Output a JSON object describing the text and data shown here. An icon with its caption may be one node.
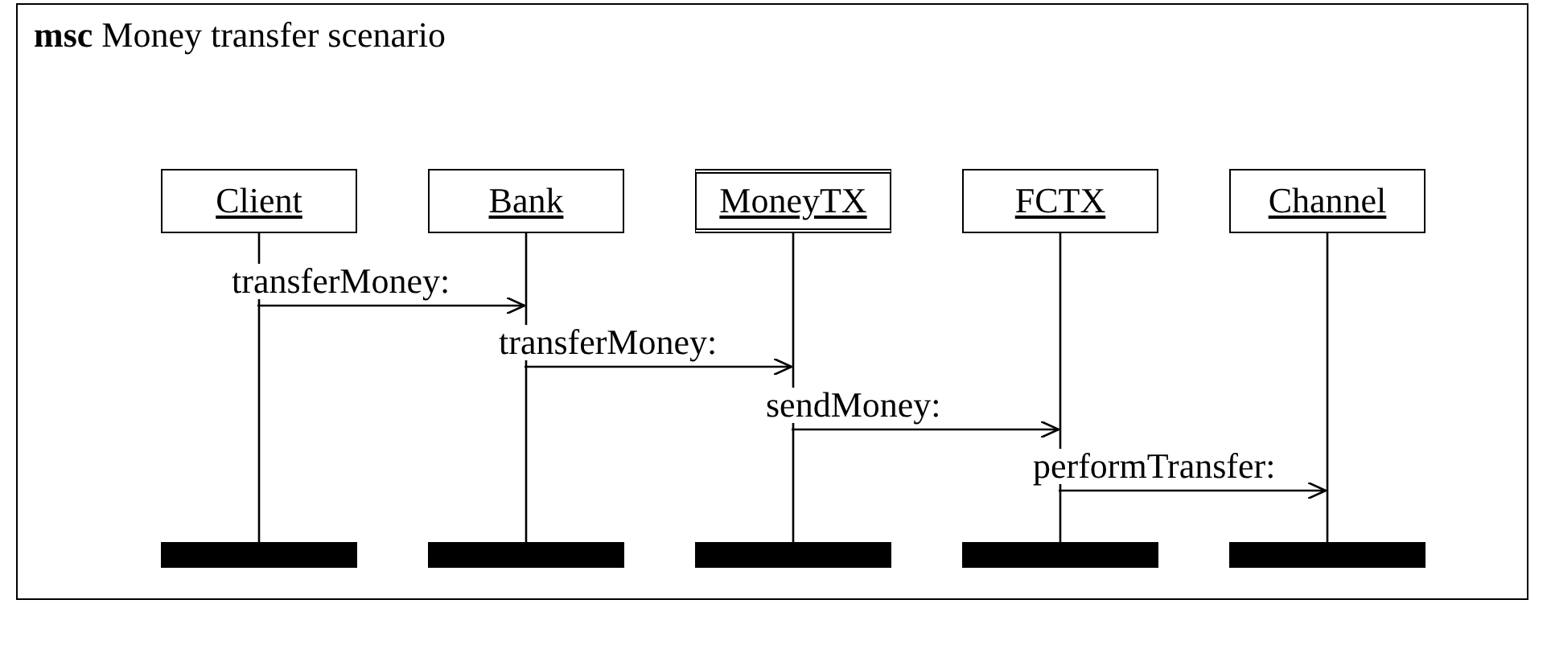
{
  "diagram": {
    "nodes": [
      {
        "text": [
          "**msc** Money transfer scenario"
        ]
      },
      {
        "text": [
          "Client"
        ],
        "in": 0
      },
      {
        "text": [
          "Bank"
        ],
        "in": 0
      },
      {
        "text": [
          "MoneyTX"
        ],
        "in": 0
      },
      {
        "text": [
          "FCTX"
        ],
        "in": 0
      },
      {
        "text": [
          "Channel"
        ],
        "in": 0
      }
    ],
    "edges": [
      {
        "from": 1,
        "to": 2,
        "arrow": "to",
        "label": "transferMoney:"
      },
      {
        "from": 2,
        "to": 3,
        "arrow": "to",
        "label": "transferMoney:"
      },
      {
        "from": 3,
        "to": 4,
        "arrow": "to",
        "label": "sendMoney:"
      },
      {
        "from": 4,
        "to": 5,
        "arrow": "to",
        "label": "performTransfer:"
      }
    ]
  }
}
